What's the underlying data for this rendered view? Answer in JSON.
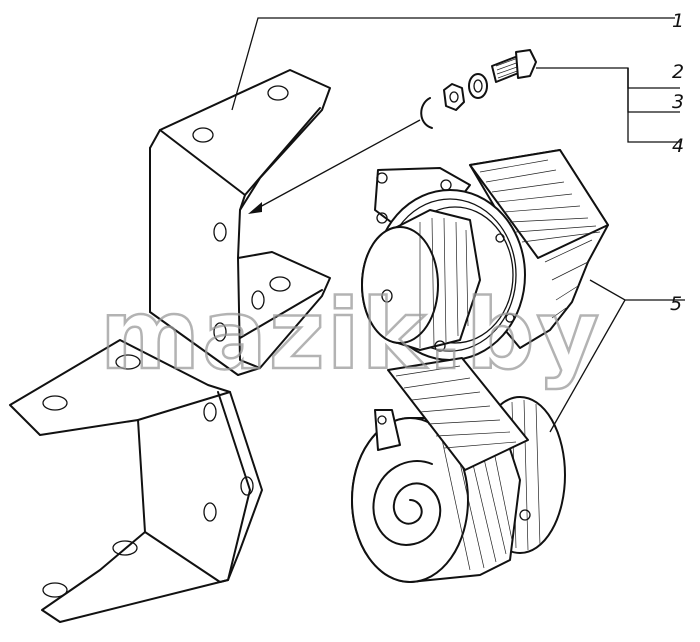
{
  "callouts": [
    {
      "id": "1",
      "text": "1"
    },
    {
      "id": "2",
      "text": "2"
    },
    {
      "id": "3",
      "text": "3"
    },
    {
      "id": "4",
      "text": "4"
    },
    {
      "id": "5",
      "text": "5"
    }
  ],
  "watermark": "mazik.by",
  "colors": {
    "ink": "#111111",
    "paper": "#ffffff",
    "watermark": "#9a9a9a"
  }
}
